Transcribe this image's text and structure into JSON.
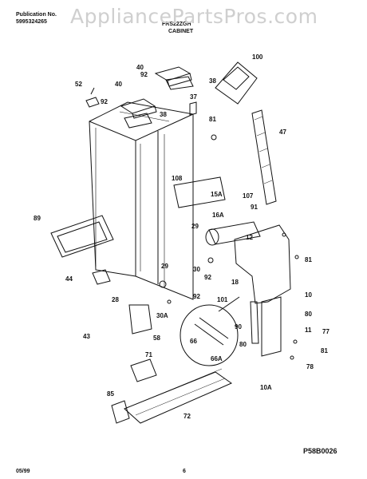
{
  "header": {
    "pub_label": "Publication No.",
    "pub_number": "5995324265",
    "model": "FRS22ZGH",
    "section": "CABINET"
  },
  "watermark": "AppliancePartsPros.com",
  "callouts": [
    "100",
    "40",
    "92",
    "38",
    "52",
    "40",
    "37",
    "92",
    "38",
    "81",
    "47",
    "108",
    "15A",
    "107",
    "16A",
    "91",
    "89",
    "29",
    "12",
    "81",
    "30",
    "92",
    "29",
    "18",
    "44",
    "28",
    "30A",
    "92",
    "101",
    "10",
    "80",
    "58",
    "43",
    "66",
    "66A",
    "90",
    "11",
    "77",
    "81",
    "80",
    "78",
    "71",
    "10A",
    "85",
    "72"
  ],
  "figure_id": "P58B0026",
  "footer": {
    "date": "05/99",
    "page": "6"
  }
}
